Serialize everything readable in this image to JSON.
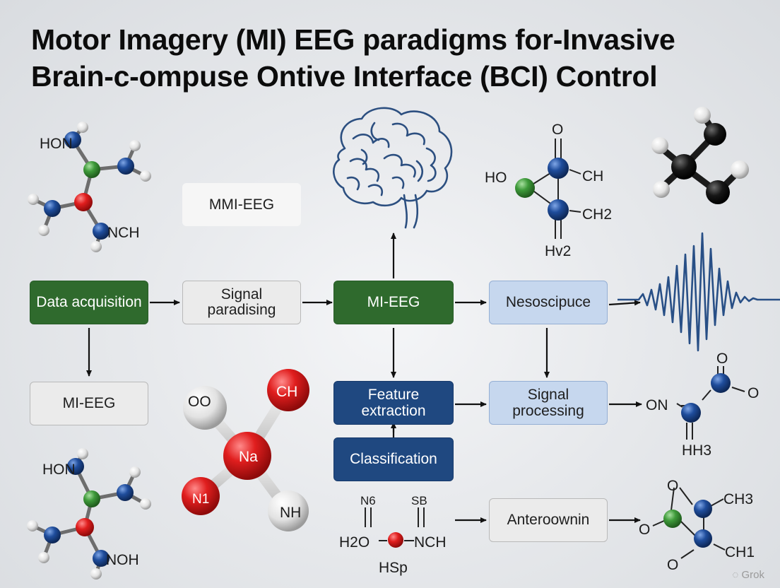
{
  "title": {
    "line1": "Motor Imagery (MI) EEG paradigms for-Invasive",
    "line2": "Brain-c-ompuse Ontive Interface (BCI) Control"
  },
  "boxes": {
    "floating_label": "MMI-EEG",
    "data_acquisition": "Data acquisition",
    "signal_paradising_1": "Signal",
    "signal_paradising_2": "paradising",
    "mi_eeg_center": "MI-EEG",
    "nesoscipuce": "Nesoscipuce",
    "mi_eeg_left": "MI-EEG",
    "feature_extraction_1": "Feature",
    "feature_extraction_2": "extraction",
    "classification": "Classification",
    "signal_processing_1": "Signal",
    "signal_processing_2": "processing",
    "anteroownin": "Anteroownin"
  },
  "molecules": {
    "top_left": [
      "HON",
      "NCH"
    ],
    "bottom_left": [
      "HON",
      "NOH"
    ],
    "center_red": [
      "OO",
      "CH",
      "Na",
      "N1",
      "NH"
    ],
    "top_right_formula": [
      "O",
      "HO",
      "CH",
      "CH2",
      "Hv2"
    ],
    "mid_right_formula": [
      "O",
      "O",
      "ON",
      "HH3"
    ],
    "bottom_center_formula": [
      "N6",
      "SB",
      "H2O",
      "NCH",
      "HSp"
    ],
    "bottom_right_formula": [
      "O",
      "CH3",
      "O",
      "CH1",
      "O"
    ]
  },
  "watermark": "Grok",
  "colors": {
    "green": "#2f6a2d",
    "navy": "#1f4880",
    "light_blue": "#c6d7ee",
    "wave": "#284f86",
    "atom_red": "#d61c1c",
    "atom_blue": "#1f4d9c",
    "atom_green": "#3e9a3a"
  }
}
